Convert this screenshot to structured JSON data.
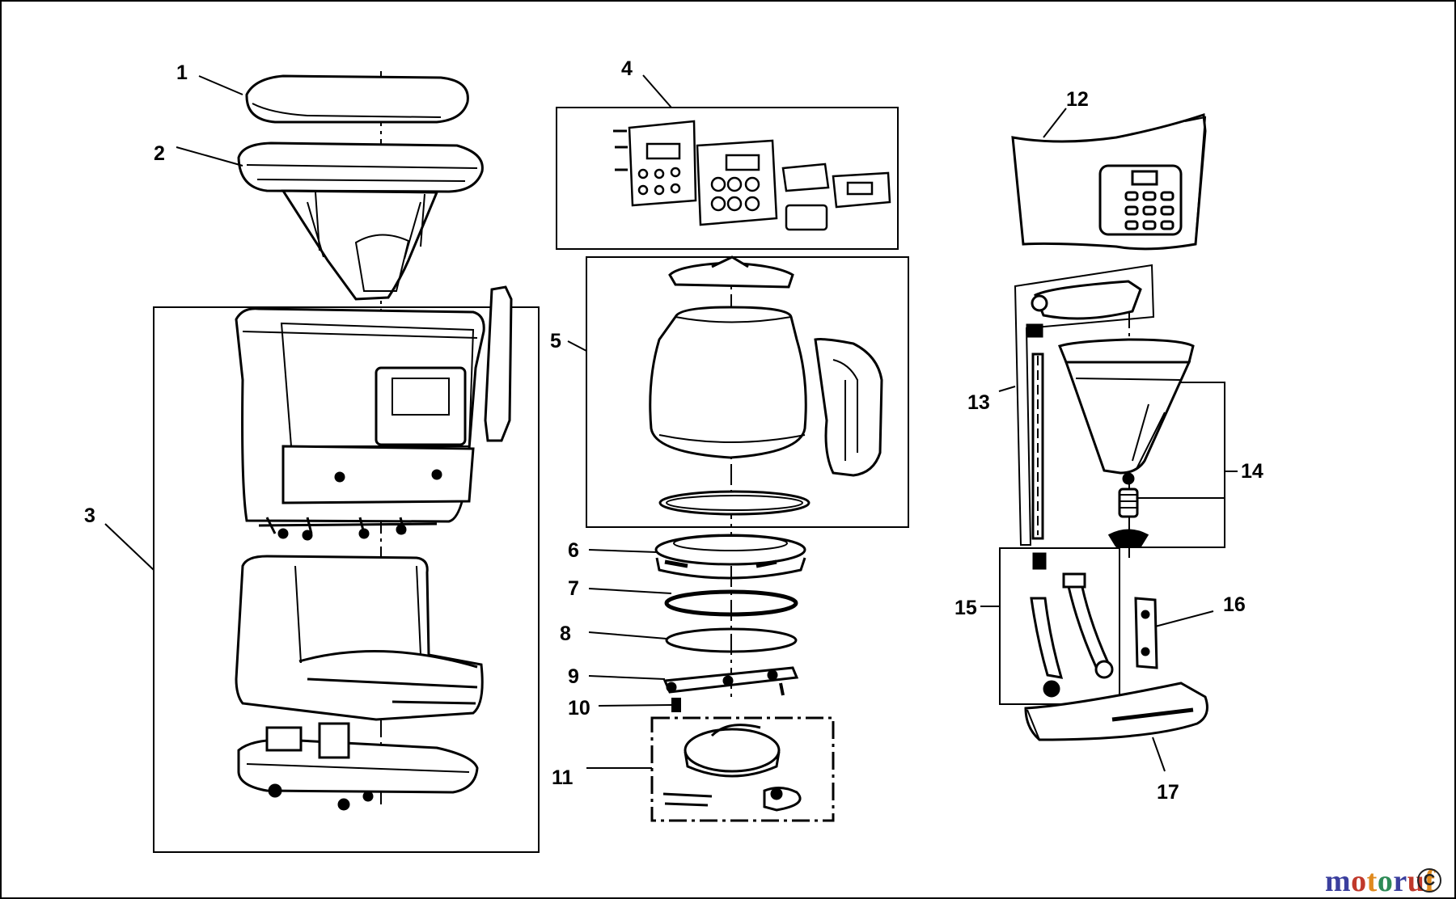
{
  "diagram": {
    "callouts": [
      "1",
      "2",
      "3",
      "4",
      "5",
      "6",
      "7",
      "8",
      "9",
      "10",
      "11",
      "12",
      "13",
      "14",
      "15",
      "16",
      "17"
    ]
  },
  "watermark": {
    "text": "motoruf",
    "badge": "C",
    "colors": [
      "#3b3f9e",
      "#c0392b",
      "#e08a1e",
      "#2e8b57"
    ]
  }
}
